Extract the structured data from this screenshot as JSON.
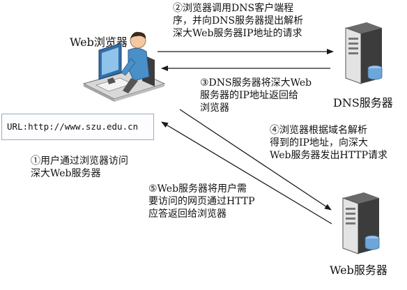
{
  "colors": {
    "arrow": "#1a1a1a",
    "server_body": "#3c3c3c",
    "server_face": "#e3e3e3",
    "person": "#4a90c8",
    "monitor": "#2f6fa8"
  },
  "client": {
    "label": "Web浏览器",
    "icon": "user-at-computer-icon"
  },
  "url_box": {
    "text": "URL:http://www.szu.edu.cn"
  },
  "dns_server": {
    "label": "DNS服务器",
    "icon": "dns-server-icon"
  },
  "web_server": {
    "label": "Web服务器",
    "icon": "web-server-icon"
  },
  "steps": [
    {
      "id": 1,
      "lines": [
        "①用户通过浏览器访问",
        "深大Web服务器"
      ]
    },
    {
      "id": 2,
      "lines": [
        "②浏览器调用DNS客户端程",
        "序，并向DNS服务器提出解析",
        "深大Web服务器IP地址的请求"
      ]
    },
    {
      "id": 3,
      "lines": [
        "③DNS服务器将深大Web",
        "服务器的IP地址返回给",
        "浏览器"
      ]
    },
    {
      "id": 4,
      "lines": [
        "④浏览器根据域名解析",
        "得到的IP地址，向深大",
        "Web服务器发出HTTP请求"
      ]
    },
    {
      "id": 5,
      "lines": [
        "⑤Web服务器将用户需",
        "要访问的网页通过HTTP",
        "应答返回给浏览器"
      ]
    }
  ]
}
